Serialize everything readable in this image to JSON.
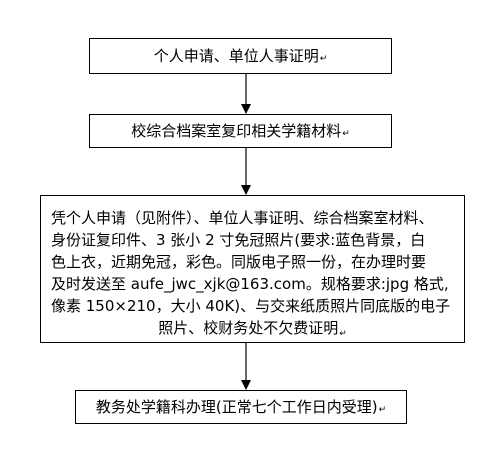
{
  "flowchart": {
    "steps": [
      {
        "text": "个人申请、单位人事证明",
        "mark": "↵"
      },
      {
        "text": "校综合档案室复印相关学籍材料",
        "mark": "↵"
      },
      {
        "lines": [
          "凭个人申请（见附件）、单位人事证明、综合档案室材料、",
          "身份证复印件、3 张小 2 寸免冠照片(要求:蓝色背景，白",
          "色上衣，近期免冠，彩色。同版电子照一份，在办理时要",
          "及时发送至 aufe_jwc_xjk@163.com。规格要求:jpg 格式,",
          "像素 150×210，大小 40K)、与交来纸质照片同底版的电子",
          "照片、校财务处不欠费证明"
        ],
        "mark": "↵"
      },
      {
        "text": "教务处学籍科办理(正常七个工作日内受理)",
        "mark": "↵"
      }
    ]
  }
}
